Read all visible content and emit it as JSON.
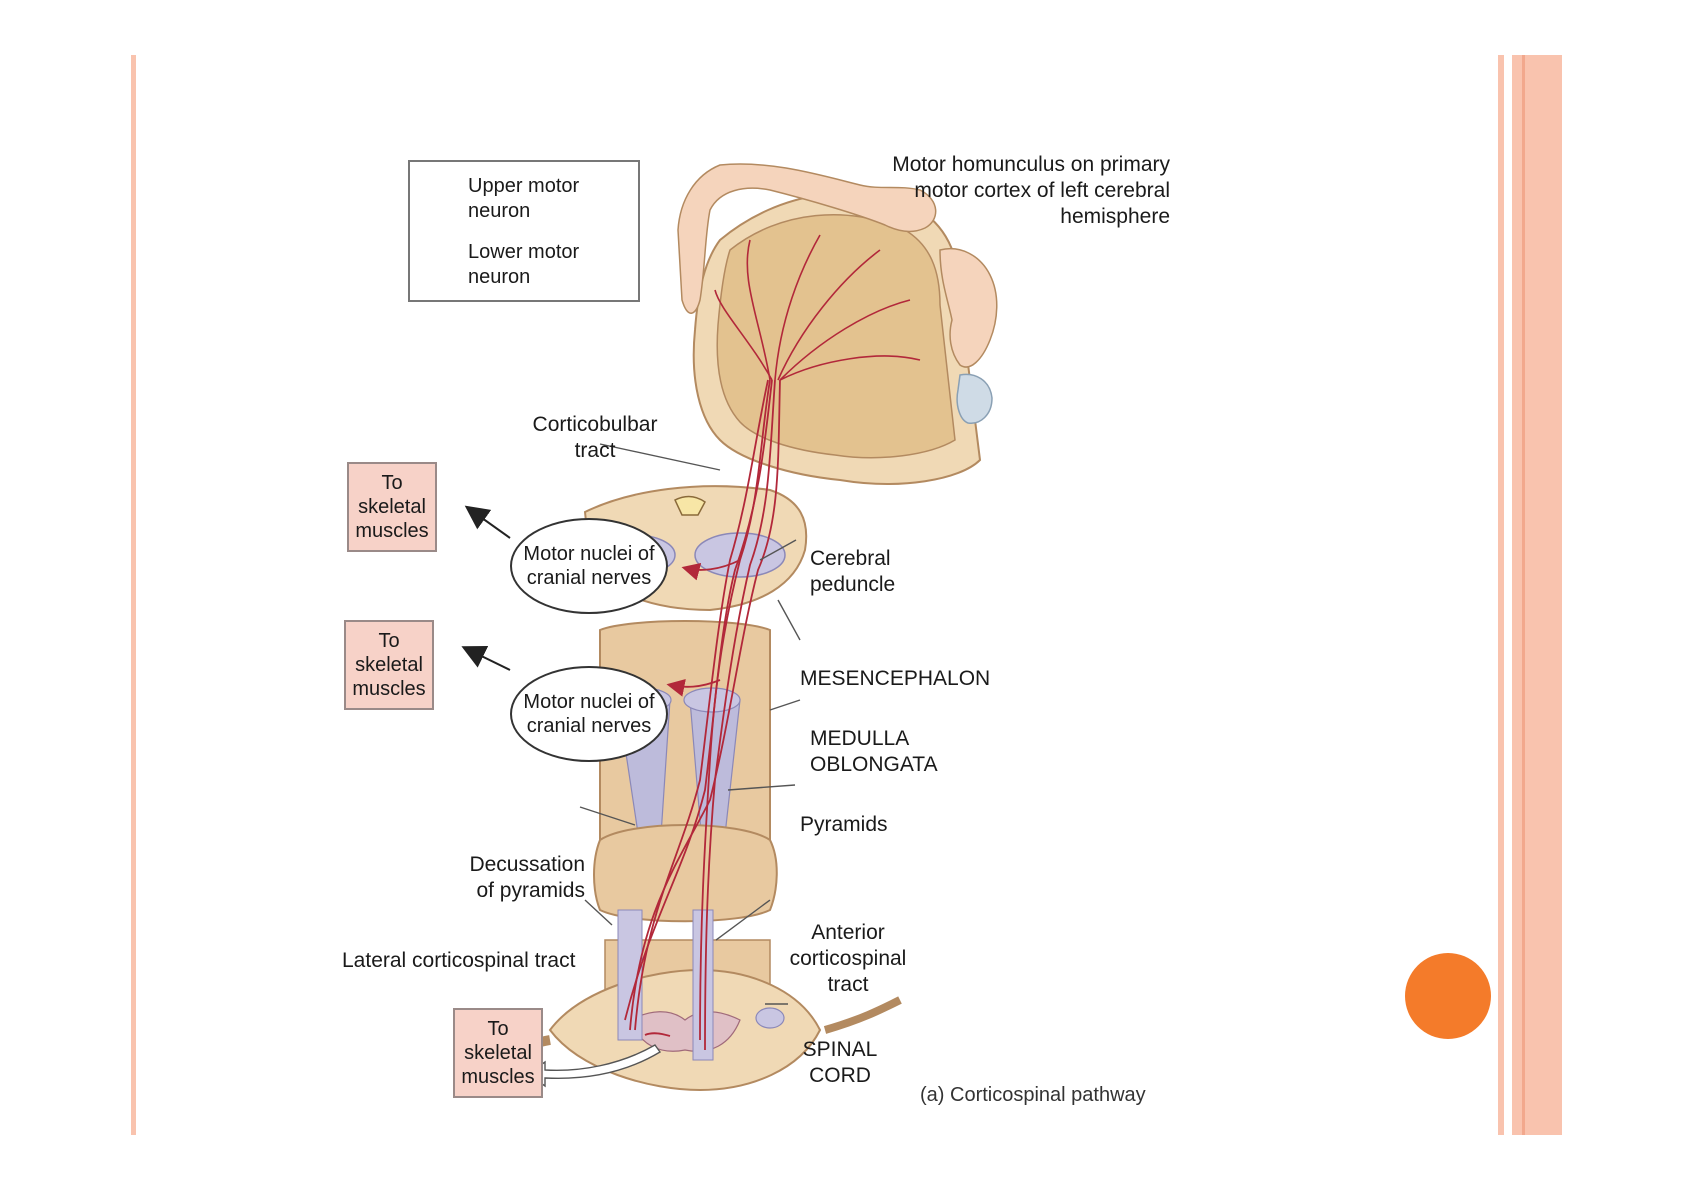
{
  "colors": {
    "border_stripe": "#f9c3ae",
    "accent_dot": "#f47b2a",
    "upper_motor_neuron": "#b2283a",
    "muscle_box_fill": "#f7d2c8",
    "tissue": "#e8c9a0",
    "tract": "#a9a8cc"
  },
  "legend": {
    "upper_motor_neuron": "Upper motor neuron",
    "lower_motor_neuron": "Lower motor neuron"
  },
  "labels": {
    "homunculus": "Motor homunculus on primary motor cortex of left cerebral hemisphere",
    "corticobulbar": "Corticobulbar tract",
    "cerebral_peduncle": "Cerebral peduncle",
    "mesencephalon": "MESENCEPHALON",
    "medulla": "MEDULLA OBLONGATA",
    "pyramids": "Pyramids",
    "decussation": "Decussation of pyramids",
    "lateral_tract": "Lateral corticospinal tract",
    "anterior_tract": "Anterior corticospinal tract",
    "spinal_cord": "SPINAL CORD",
    "caption": "(a) Corticospinal pathway"
  },
  "muscle_boxes": [
    {
      "text": "To skeletal muscles"
    },
    {
      "text": "To skeletal muscles"
    },
    {
      "text": "To skeletal muscles"
    }
  ],
  "nuclei": [
    {
      "text": "Motor nuclei of cranial nerves"
    },
    {
      "text": "Motor nuclei of cranial nerves"
    }
  ]
}
